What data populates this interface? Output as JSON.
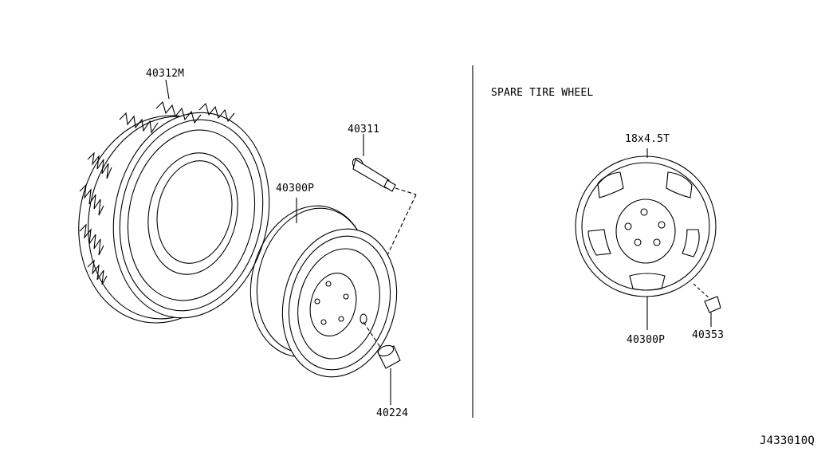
{
  "labels": {
    "tire": "40312M",
    "valve": "40311",
    "wheel": "40300P",
    "nut": "40224",
    "section_title": "SPARE TIRE WHEEL",
    "spare_size": "18x4.5T",
    "spare_wheel": "40300P",
    "spare_part": "40353",
    "drawing_id": "J433010Q"
  },
  "colors": {
    "line": "#000000",
    "background": "#ffffff"
  }
}
